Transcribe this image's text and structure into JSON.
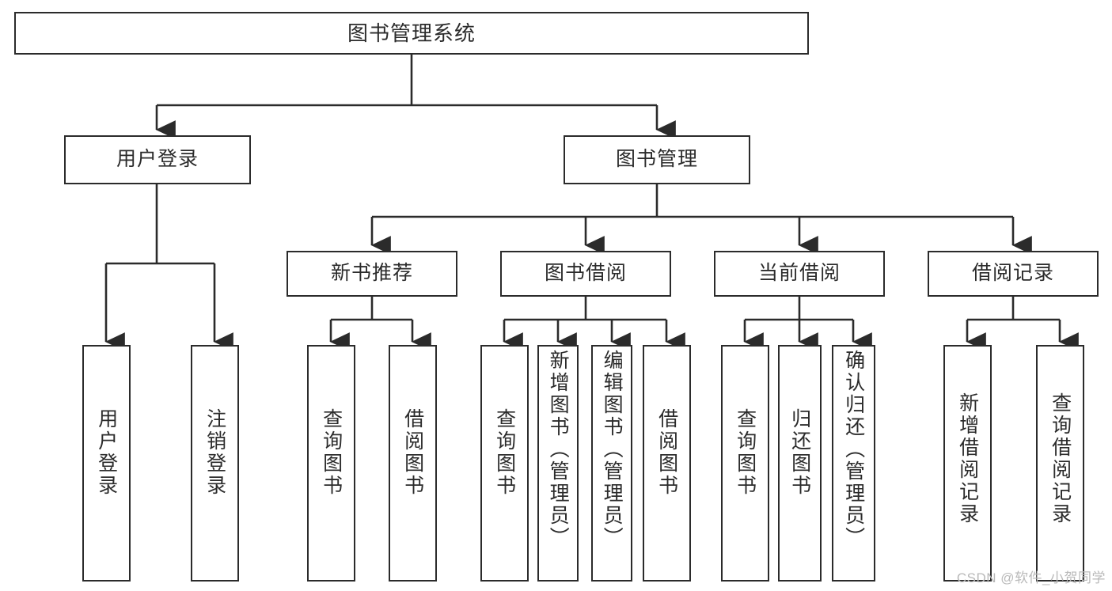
{
  "diagram": {
    "title": "图书管理系统",
    "watermark": "CSDN @软件_小贺同学",
    "style": {
      "line_color": "#2b2b2b",
      "box_fill": "#ffffff",
      "text_color": "#2b2b2b",
      "watermark_color": "#b9b9b9"
    },
    "root": {
      "label": "图书管理系统"
    },
    "level2": [
      {
        "label": "用户登录"
      },
      {
        "label": "图书管理"
      }
    ],
    "level3": [
      {
        "label": "新书推荐"
      },
      {
        "label": "图书借阅"
      },
      {
        "label": "当前借阅"
      },
      {
        "label": "借阅记录"
      }
    ],
    "leaves": {
      "user_login": [
        {
          "label": "用户登录"
        },
        {
          "label": "注销登录"
        }
      ],
      "new_book": [
        {
          "label": "查询图书"
        },
        {
          "label": "借阅图书"
        }
      ],
      "book_borrow": [
        {
          "label": "查询图书"
        },
        {
          "label": "新增图书（管理员）"
        },
        {
          "label": "编辑图书（管理员）"
        },
        {
          "label": "借阅图书"
        }
      ],
      "current_borrow": [
        {
          "label": "查询图书"
        },
        {
          "label": "归还图书"
        },
        {
          "label": "确认归还（管理员）"
        }
      ],
      "borrow_record": [
        {
          "label": "新增借阅记录"
        },
        {
          "label": "查询借阅记录"
        }
      ]
    }
  }
}
